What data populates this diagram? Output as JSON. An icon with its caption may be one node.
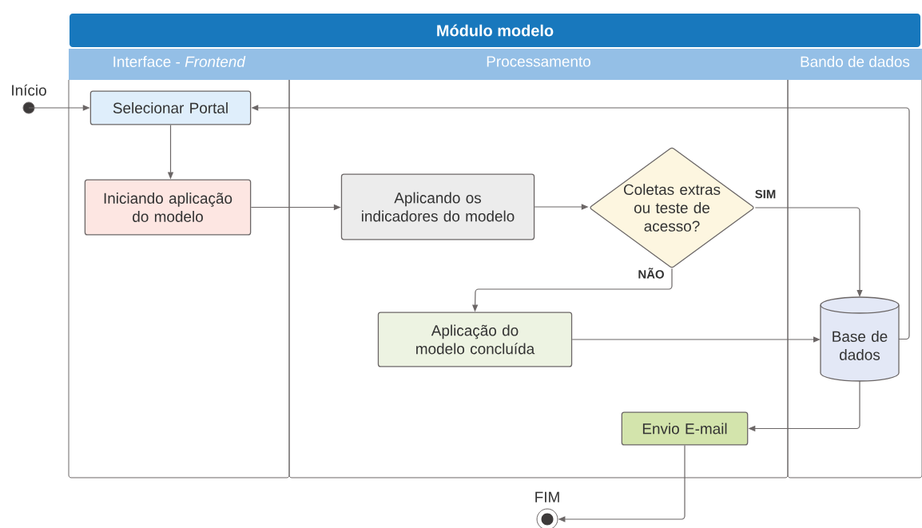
{
  "diagram": {
    "nodes": [
      {
        "text": [
          "Módulo modelo"
        ]
      },
      {
        "text": [
          "Interface - *Frontend*"
        ]
      },
      {
        "text": [
          "Processamento"
        ]
      },
      {
        "text": [
          "Bando de dados"
        ]
      },
      {
        "text": [],
        "shape": "circle",
        "beside": [
          "Início"
        ]
      },
      {
        "text": [
          "Selecionar Portal"
        ],
        "in": 1
      },
      {
        "text": [
          "Iniciando aplicação do modelo"
        ],
        "in": 1
      },
      {
        "text": [
          "Aplicando os indicadores do modelo"
        ],
        "in": 2
      },
      {
        "text": [
          "Coletas extras ou teste de acesso?"
        ],
        "in": 2
      },
      {
        "text": [
          "Aplicação do modelo concluída"
        ],
        "in": 2
      },
      {
        "text": [
          "Base de dados"
        ],
        "in": 3
      },
      {
        "text": [
          "Envio E-mail"
        ],
        "in": 2
      },
      {
        "text": [],
        "shape": "circle",
        "beside": [
          "FIM"
        ]
      }
    ],
    "edges": [
      {
        "from": 4,
        "to": 5,
        "arrow": "to"
      },
      {
        "from": 5,
        "to": 6,
        "arrow": "to"
      },
      {
        "from": 6,
        "to": 7,
        "arrow": "to"
      },
      {
        "from": 7,
        "to": 8,
        "arrow": "to"
      },
      {
        "from": 8,
        "to": 10,
        "arrow": "to",
        "label": "SIM"
      },
      {
        "from": 8,
        "to": 9,
        "arrow": "to",
        "label": "NÃO"
      },
      {
        "from": 9,
        "to": 10,
        "arrow": "to"
      },
      {
        "from": 10,
        "to": 5,
        "arrow": "to"
      },
      {
        "from": 10,
        "to": 11,
        "arrow": "to"
      },
      {
        "from": 11,
        "to": 12,
        "arrow": "to"
      }
    ]
  }
}
